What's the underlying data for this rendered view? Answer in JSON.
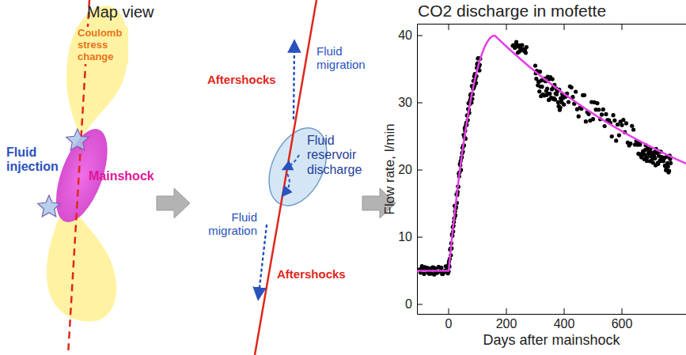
{
  "diagram": {
    "nodes": [
      {
        "text": [
          "Coulomb stress change"
        ]
      },
      {
        "text": [
          "Mainshock"
        ]
      },
      {
        "text": [
          "Fluid reservoir discharge"
        ]
      }
    ],
    "labels": [
      "Map view",
      "Fluid injection",
      "Aftershocks",
      "Fluid migration",
      "Fluid migration",
      "Aftershocks",
      "CO2 discharge in mofette",
      "Flow rate, l/min",
      "Days after mainshock",
      "0",
      "10",
      "20",
      "30",
      "40",
      "0",
      "200",
      "400",
      "600"
    ]
  }
}
